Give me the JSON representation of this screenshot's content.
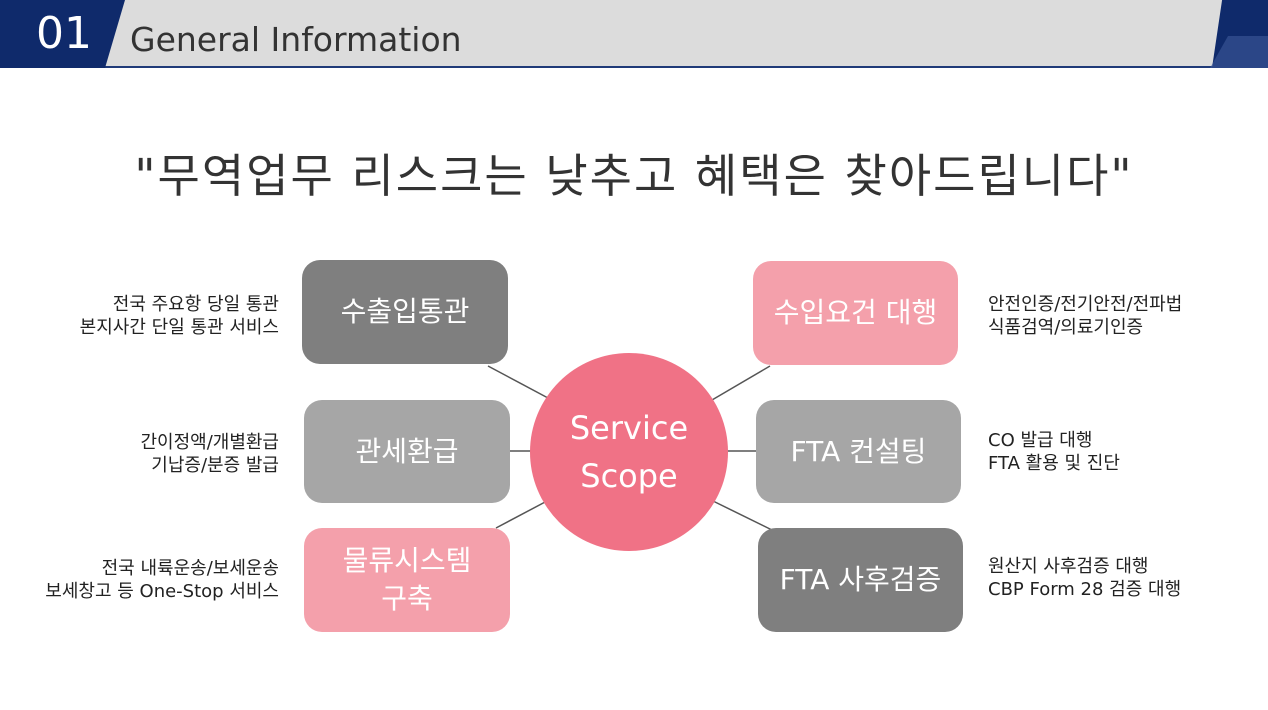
{
  "header": {
    "number": "01",
    "title": "General Information"
  },
  "quote": "\"무역업무 리스크는 낮추고 혜택은 찾아드립니다\"",
  "center": {
    "line1": "Service",
    "line2": "Scope"
  },
  "services": [
    {
      "label": "수출입통관",
      "desc": [
        "전국 주요항 당일 통관",
        "본지사간 단일 통관 서비스"
      ]
    },
    {
      "label": "관세환급",
      "desc": [
        "간이정액/개별환급",
        "기납증/분증 발급"
      ]
    },
    {
      "label_lines": [
        "물류시스템",
        "구축"
      ],
      "desc": [
        "전국 내륙운송/보세운송",
        "보세창고 등 One-Stop 서비스"
      ]
    },
    {
      "label": "수입요건 대행",
      "desc": [
        "안전인증/전기안전/전파법",
        "식품검역/의료기인증"
      ]
    },
    {
      "label": "FTA 컨설팅",
      "desc": [
        "CO 발급 대행",
        "FTA 활용 및 진단"
      ]
    },
    {
      "label": "FTA 사후검증",
      "desc": [
        "원산지 사후검증 대행",
        "CBP Form 28 검증 대행"
      ]
    }
  ],
  "colors": {
    "navy": "#0f2a6b",
    "pink": "#f07286",
    "pink_light": "#f4a0ab",
    "gray_dark": "#7f7f7f",
    "gray_light": "#a6a6a6"
  }
}
